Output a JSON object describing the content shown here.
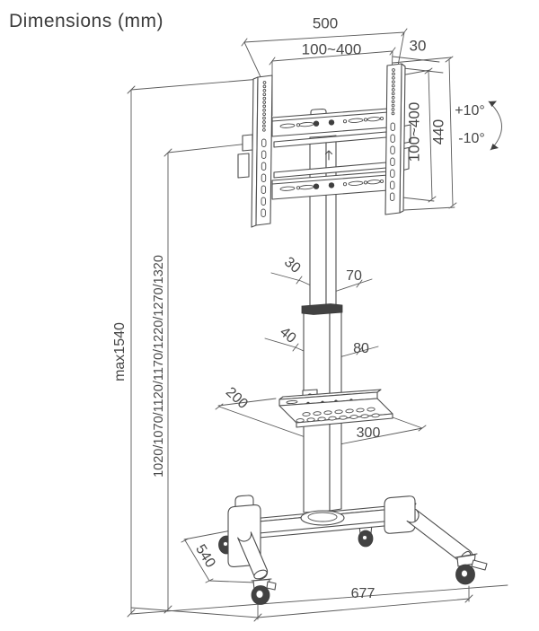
{
  "title": "Dimensions (mm)",
  "units": "mm",
  "colors": {
    "background": "#ffffff",
    "line": "#4d4d4d",
    "text": "#474747"
  },
  "dims": {
    "width_500": "500",
    "vesa_horizontal": "100~400",
    "bracket_depth_30": "30",
    "vesa_vertical": "100~400",
    "bracket_height_440": "440",
    "tilt_up": "+10°",
    "tilt_down": "-10°",
    "upper_pole_depth_30": "30",
    "upper_pole_width_70": "70",
    "lower_pole_depth_40": "40",
    "lower_pole_width_80": "80",
    "shelf_depth_200": "200",
    "shelf_width_300": "300",
    "max_height": "max1540",
    "screen_heights": "1020/1070/1120/1170/1220/1270/1320",
    "base_depth_540": "540",
    "base_width_677": "677"
  }
}
